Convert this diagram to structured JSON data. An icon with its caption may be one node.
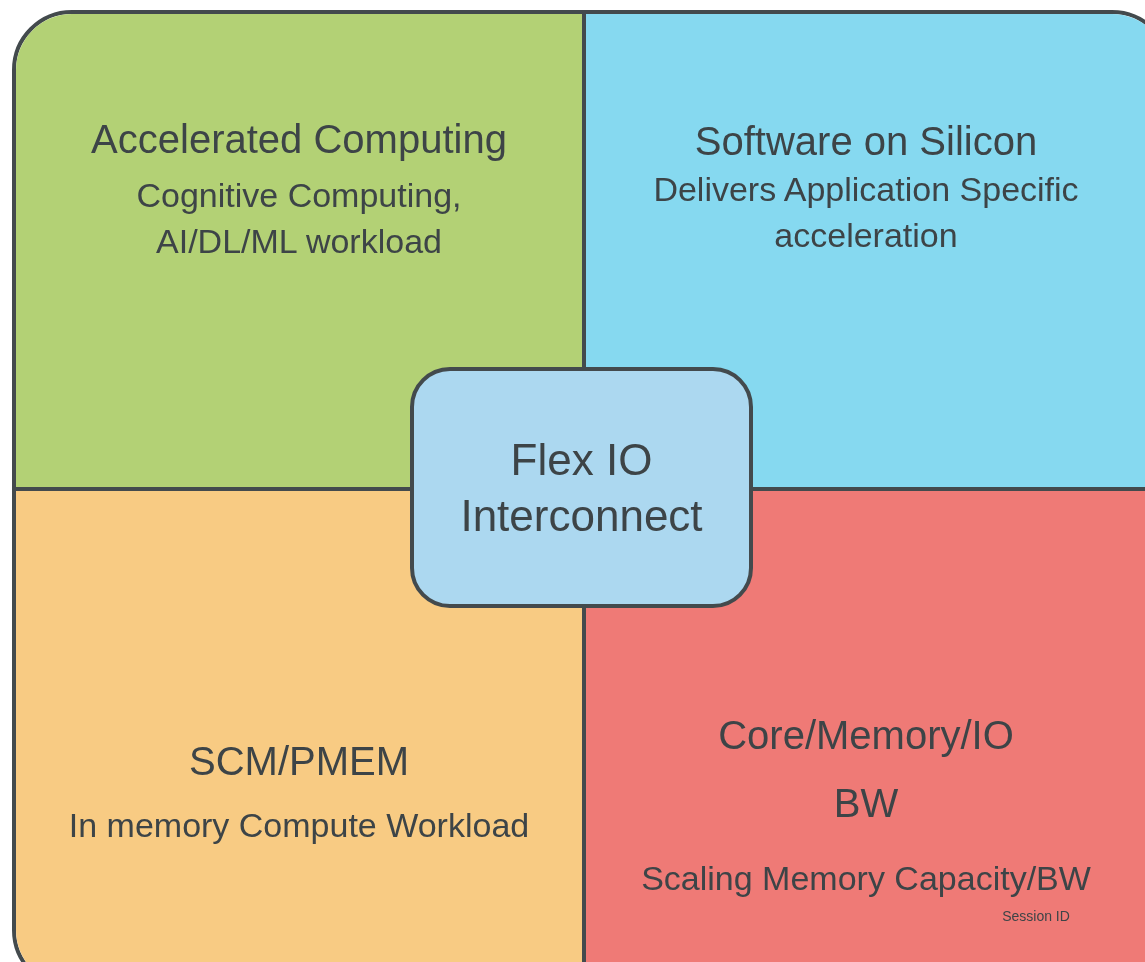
{
  "diagram": {
    "nodes": [
      {
        "text": [
          "Accelerated Computing",
          "Cognitive Computing, AI/DL/ML workload"
        ]
      },
      {
        "text": [
          "Software on Silicon",
          "Delivers Application Specific acceleration"
        ]
      },
      {
        "text": [
          "Flex IO Interconnect"
        ]
      },
      {
        "text": [
          "SCM/PMEM",
          "In memory Compute Workload"
        ]
      },
      {
        "text": [
          "Core/Memory/IO BW",
          "Scaling Memory Capacity/BW"
        ]
      }
    ],
    "edges": [],
    "labels": [
      "Session ID"
    ]
  }
}
